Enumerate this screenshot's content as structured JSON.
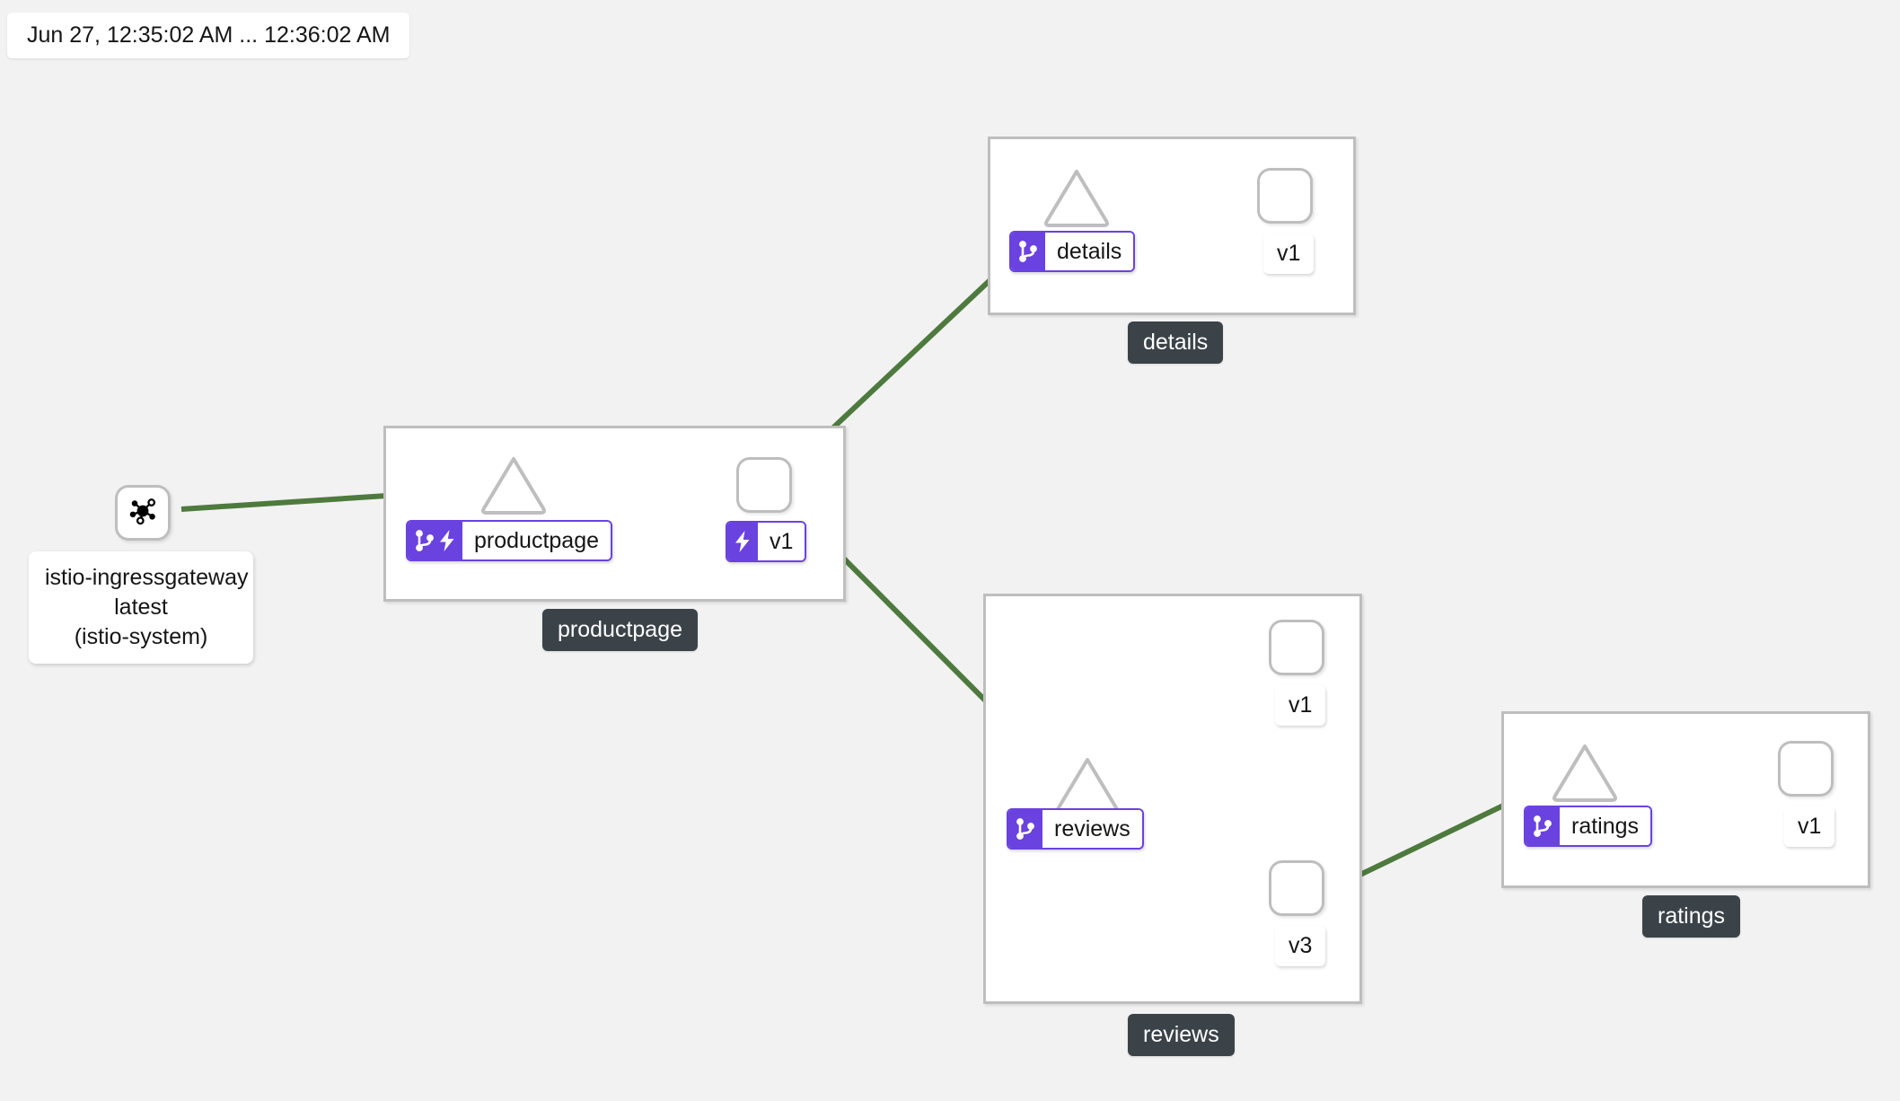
{
  "time_range": {
    "label": "Jun 27, 12:35:02 AM ... 12:36:02 AM"
  },
  "colors": {
    "background": "#F2F2F2",
    "edge_green": "#4E7A3E",
    "badge_purple": "#6A42E0",
    "cluster_label_dark": "#3B4349",
    "node_border_gray": "#BEBEBE",
    "node_fill": "#FFFFFF",
    "text": "#151515"
  },
  "ingress": {
    "icon": "mesh-topology-icon",
    "label_line1": "istio-ingressgateway",
    "label_line2": "latest",
    "label_line3": "(istio-system)"
  },
  "clusters": [
    {
      "id": "details",
      "label": "details",
      "service": {
        "name": "details",
        "icons": [
          "git-branch-icon"
        ]
      },
      "workloads": [
        {
          "name": "v1",
          "icons": []
        }
      ]
    },
    {
      "id": "productpage",
      "label": "productpage",
      "service": {
        "name": "productpage",
        "icons": [
          "git-branch-icon",
          "lightning-bolt-icon"
        ]
      },
      "workloads": [
        {
          "name": "v1",
          "icons": [
            "lightning-bolt-icon"
          ]
        }
      ]
    },
    {
      "id": "reviews",
      "label": "reviews",
      "service": {
        "name": "reviews",
        "icons": [
          "git-branch-icon"
        ]
      },
      "workloads": [
        {
          "name": "v1",
          "icons": []
        },
        {
          "name": "v3",
          "icons": []
        }
      ]
    },
    {
      "id": "ratings",
      "label": "ratings",
      "service": {
        "name": "ratings",
        "icons": [
          "git-branch-icon"
        ]
      },
      "workloads": [
        {
          "name": "v1",
          "icons": []
        }
      ]
    }
  ],
  "graph": {
    "type": "service-mesh-topology",
    "edges": [
      {
        "from": "istio-ingressgateway",
        "to": "productpage-service"
      },
      {
        "from": "productpage-service",
        "to": "productpage-v1"
      },
      {
        "from": "productpage-v1",
        "to": "details-service"
      },
      {
        "from": "details-service",
        "to": "details-v1"
      },
      {
        "from": "productpage-v1",
        "to": "reviews-service"
      },
      {
        "from": "reviews-service",
        "to": "reviews-v1"
      },
      {
        "from": "reviews-service",
        "to": "reviews-v3"
      },
      {
        "from": "reviews-v3",
        "to": "ratings-service"
      },
      {
        "from": "ratings-service",
        "to": "ratings-v1"
      }
    ]
  }
}
